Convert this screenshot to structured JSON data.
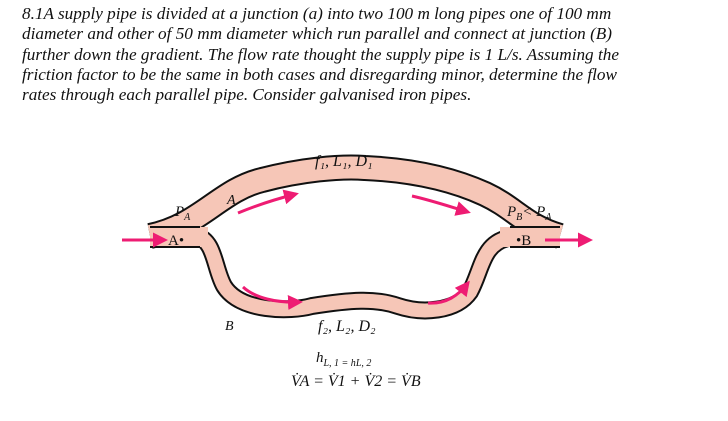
{
  "problem": {
    "lines": [
      "8.1A supply pipe is divided at a junction (a) into two 100 m long pipes one of 100 mm",
      "diameter and other of 50 mm diameter which run parallel and connect at junction (B)",
      "further down the gradient. The flow rate thought the supply pipe is 1 L/s. Assuming the",
      "friction factor to be the same in both cases and disregarding minor, determine the flow",
      "rates through each parallel pipe. Consider galvanised iron pipes."
    ]
  },
  "figure": {
    "colors": {
      "pipe_fill": "#f6c6b7",
      "pipe_edge": "#111111",
      "arrow": "#ee1c73"
    },
    "labels": {
      "upper_pipe": "f₁, L₁, D₁",
      "lower_pipe": "f₂, L₂, D₂",
      "pressure_a": "P",
      "pressure_a_sub": "A",
      "pressure_b": "P",
      "pressure_b_sub": "B",
      "pressure_b_relation": "< P",
      "pressure_b_relation_sub": "A",
      "junction_a_upper": "A",
      "junction_b_lower": "B",
      "node_a": "A•",
      "node_b": "•B",
      "head_loss": "h",
      "head_loss_eq": "L, 1 = h",
      "head_loss_tail": "L, 2",
      "flow_eq": "V̇",
      "flow_eq_a": "A = V̇",
      "flow_eq_1": "1 + V̇",
      "flow_eq_2": "2 = V̇",
      "flow_eq_b": "B"
    }
  }
}
